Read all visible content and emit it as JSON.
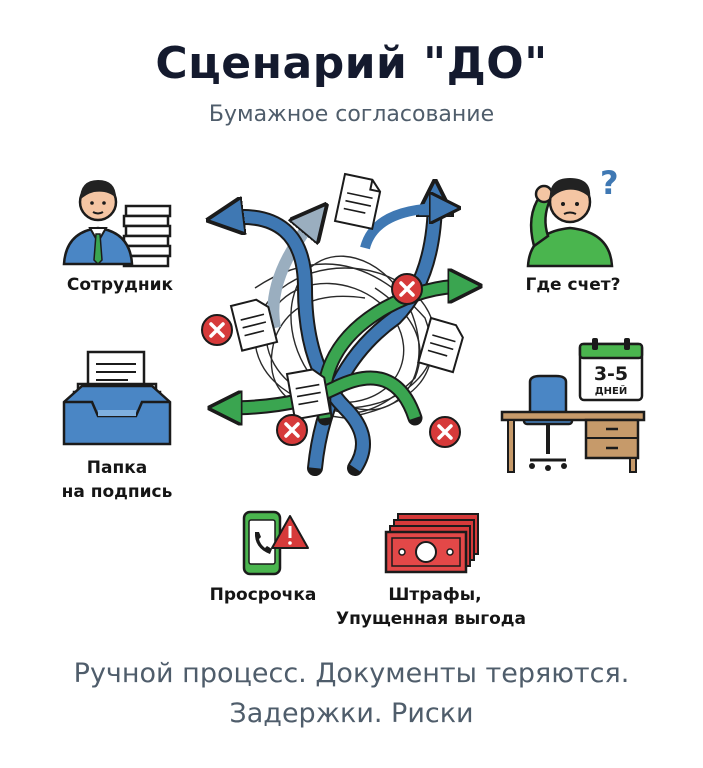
{
  "title": "Сценарий \"ДО\"",
  "subtitle": "Бумажное согласование",
  "labels": {
    "employee": "Сотрудник",
    "folder_line1": "Папка",
    "folder_line2": "на подпись",
    "overdue": "Просрочка",
    "fines_line1": "Штрафы,",
    "fines_line2": "Упущенная выгода",
    "where_invoice": "Где счет?"
  },
  "calendar": {
    "days_range": "3-5",
    "days_word": "ДНЕЙ"
  },
  "footer": {
    "line1": "Ручной процесс. Документы теряются.",
    "line2": "Задержки. Риски"
  },
  "colors": {
    "blue_arrow": "#3f78b3",
    "green_arrow": "#3aa550",
    "gray_arrow": "#9aaebf",
    "error_red": "#d63a3a",
    "title": "#141a2e",
    "subtitle": "#4f5d6b"
  }
}
